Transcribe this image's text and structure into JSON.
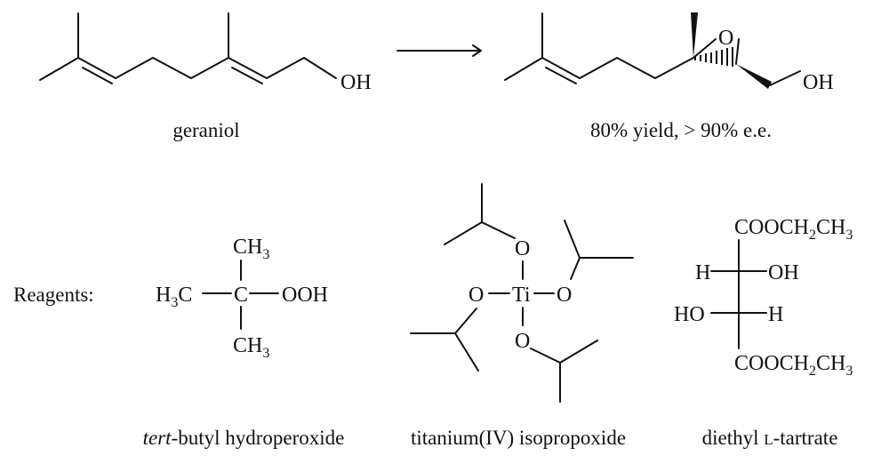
{
  "reaction": {
    "reactant": {
      "name": "geraniol",
      "oh_label": "OH"
    },
    "product": {
      "caption": "80% yield, > 90% e.e.",
      "o_label": "O",
      "oh_label": "OH"
    }
  },
  "reagents": {
    "heading": "Reagents:",
    "tbhp": {
      "name_italic": "tert",
      "name_rest": "-butyl hydroperoxide",
      "ch": "CH",
      "three": "3",
      "h": "H",
      "c_label": "C",
      "ooh": "OOH"
    },
    "ti": {
      "name": "titanium(IV) isopropoxide",
      "ti_label": "Ti",
      "o_label": "O"
    },
    "tartrate": {
      "name_pre": "diethyl ",
      "name_sc": "L",
      "name_post": "-tartrate",
      "ester_pre": "COOCH",
      "two": "2",
      "ester_mid": "CH",
      "three": "3",
      "h": "H",
      "oh": "OH",
      "ho": "HO"
    }
  }
}
